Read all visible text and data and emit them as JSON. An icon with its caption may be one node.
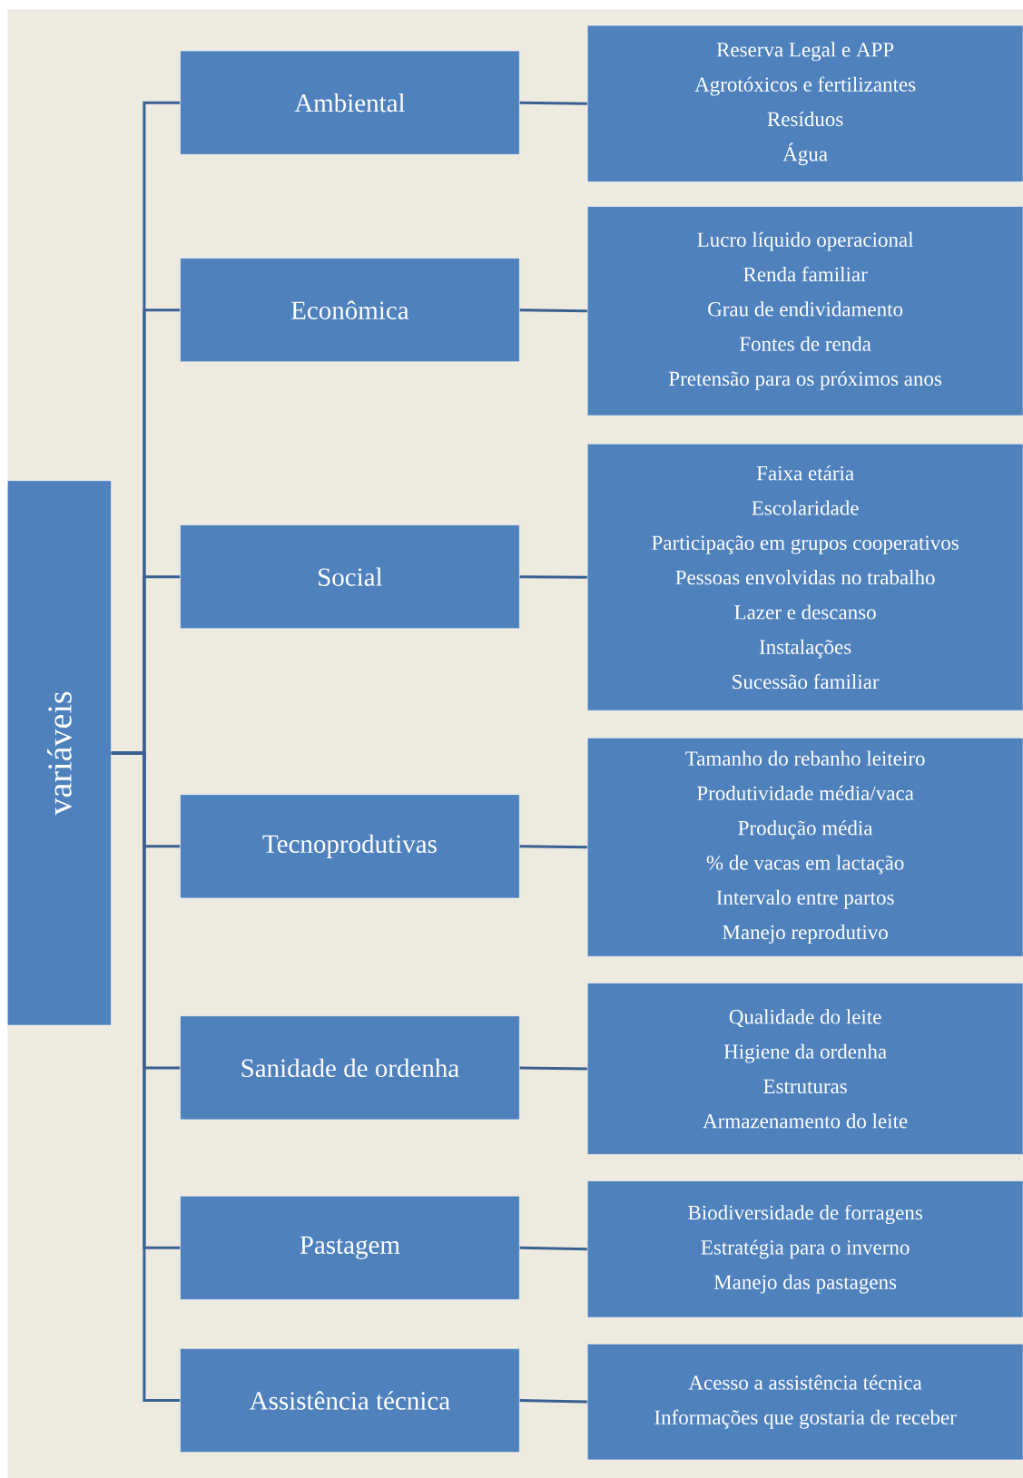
{
  "diagram": {
    "nodes": [
      {
        "text": [
          "variáveis"
        ]
      },
      {
        "text": [
          "Ambiental"
        ]
      },
      {
        "text": [
          "Econômica"
        ]
      },
      {
        "text": [
          "Social"
        ]
      },
      {
        "text": [
          "Tecnoprodutivas"
        ]
      },
      {
        "text": [
          "Sanidade de ordenha"
        ]
      },
      {
        "text": [
          "Pastagem"
        ]
      },
      {
        "text": [
          "Assistência técnica"
        ]
      },
      {
        "text": [
          "Reserva Legal e APP",
          "Agrotóxicos e fertilizantes",
          "Resíduos",
          "Água"
        ]
      },
      {
        "text": [
          "Lucro líquido operacional",
          "Renda familiar",
          "Grau de endividamento",
          "Fontes de renda",
          "Pretensão para os próximos anos"
        ]
      },
      {
        "text": [
          "Faixa etária",
          "Escolaridade",
          "Participação em grupos cooperativos",
          "Pessoas envolvidas no trabalho",
          "Lazer e descanso",
          "Instalações",
          "Sucessão familiar"
        ]
      },
      {
        "text": [
          "Tamanho do rebanho leiteiro",
          "Produtividade média/vaca",
          "Produção média",
          "% de vacas em lactação",
          "Intervalo entre partos",
          "Manejo reprodutivo"
        ]
      },
      {
        "text": [
          "Qualidade do leite",
          "Higiene da ordenha",
          "Estruturas",
          "Armazenamento do leite"
        ]
      },
      {
        "text": [
          "Biodiversidade de forragens",
          "Estratégia para o inverno",
          "Manejo das pastagens"
        ]
      },
      {
        "text": [
          "Acesso a assistência técnica",
          "Informações que gostaria de receber"
        ]
      }
    ],
    "edges": [
      {
        "from": 0,
        "to": 1,
        "arrow": "none"
      },
      {
        "from": 0,
        "to": 2,
        "arrow": "none"
      },
      {
        "from": 0,
        "to": 3,
        "arrow": "none"
      },
      {
        "from": 0,
        "to": 4,
        "arrow": "none"
      },
      {
        "from": 0,
        "to": 5,
        "arrow": "none"
      },
      {
        "from": 0,
        "to": 6,
        "arrow": "none"
      },
      {
        "from": 0,
        "to": 7,
        "arrow": "none"
      },
      {
        "from": 1,
        "to": 8,
        "arrow": "none"
      },
      {
        "from": 2,
        "to": 9,
        "arrow": "none"
      },
      {
        "from": 3,
        "to": 10,
        "arrow": "none"
      },
      {
        "from": 4,
        "to": 11,
        "arrow": "none"
      },
      {
        "from": 5,
        "to": 12,
        "arrow": "none"
      },
      {
        "from": 6,
        "to": 13,
        "arrow": "none"
      },
      {
        "from": 7,
        "to": 14,
        "arrow": "none"
      }
    ]
  }
}
